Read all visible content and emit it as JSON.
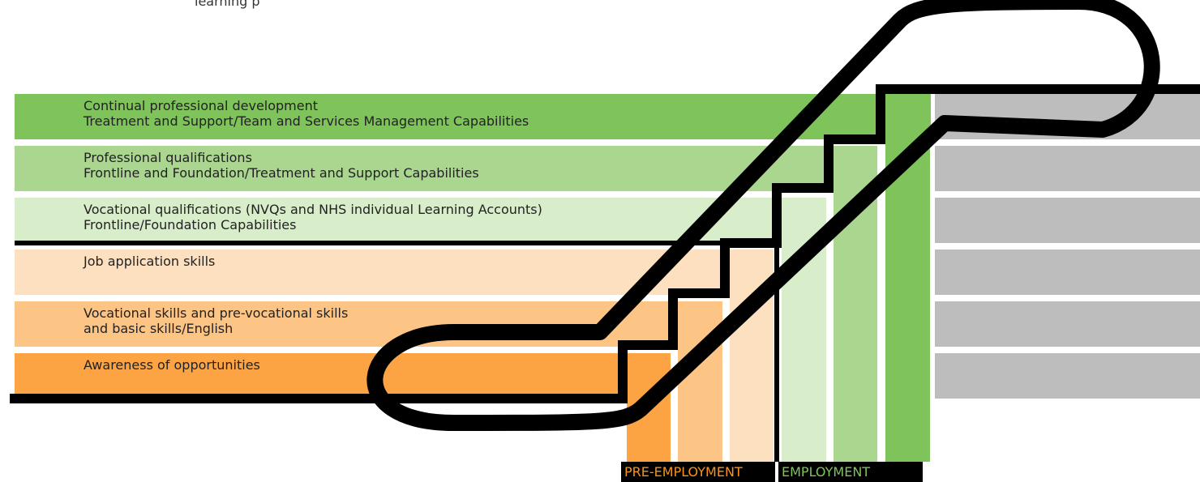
{
  "top_fragment": "learning p",
  "bands": [
    {
      "line1": "Continual professional development",
      "line2": "Treatment and Support/Team and Services Management Capabilities",
      "color": "#7fc35b"
    },
    {
      "line1": "Professional qualifications",
      "line2": "Frontline and Foundation/Treatment and Support Capabilities",
      "color": "#aad690"
    },
    {
      "line1": "Vocational qualifications (NVQs and NHS individual Learning Accounts)",
      "line2": "Frontline/Foundation Capabilities",
      "color": "#d8edca"
    },
    {
      "line1": "Job application skills",
      "line2": "",
      "color": "#fde0c0"
    },
    {
      "line1": "Vocational skills and pre-vocational skills",
      "line2": "and basic skills/English",
      "color": "#fdc585"
    },
    {
      "line1": "Awareness of opportunities",
      "line2": "",
      "color": "#fca443"
    }
  ],
  "colors": {
    "grey": "#bdbdbd",
    "stroke": "#000000",
    "pre_employment": "#f7941d",
    "employment": "#7fc35b"
  },
  "footer": {
    "pre_employment": "PRE-EMPLOYMENT",
    "employment": "EMPLOYMENT"
  }
}
